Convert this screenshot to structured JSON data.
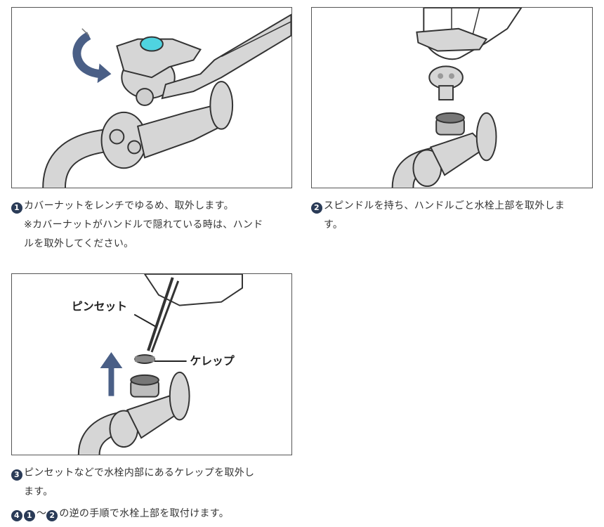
{
  "colors": {
    "accent_navy": "#2a3b57",
    "arrow_blue": "#4a5f86",
    "metal_gray": "#d6d6d6",
    "cap_cyan": "#4fd3e0"
  },
  "steps": [
    {
      "number": "1",
      "line1": "カバーナットをレンチでゆるめ、取外します。",
      "line2": "※カバーナットがハンドルで隠れている時は、ハンド",
      "line3": "ルを取外してください。"
    },
    {
      "number": "2",
      "line1": "スピンドルを持ち、ハンドルごと水栓上部を取外しま",
      "line2": "す。"
    },
    {
      "number": "3",
      "line1": "ピンセットなどで水栓内部にあるケレップを取外し",
      "line2": "ます。",
      "label_tweezers": "ピンセット",
      "label_packing": "ケレップ"
    },
    {
      "number": "4",
      "ref_from": "1",
      "ref_sep": "〜",
      "ref_to": "2",
      "line1": "の逆の手順で水栓上部を取付けます。"
    }
  ]
}
